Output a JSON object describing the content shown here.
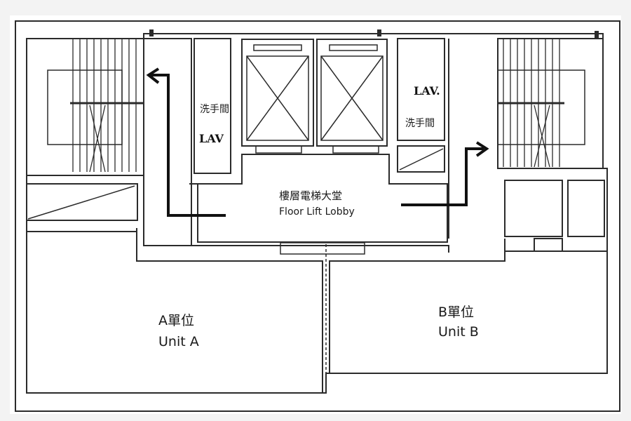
{
  "plan": {
    "lobby": {
      "zh": "樓層電梯大堂",
      "en": "Floor Lift Lobby"
    },
    "unit_a": {
      "zh": "A單位",
      "en": "Unit A"
    },
    "unit_b": {
      "zh": "B單位",
      "en": "Unit B"
    },
    "lav_left": {
      "zh": "洗手間",
      "en": "LAV"
    },
    "lav_right": {
      "zh": "洗手間",
      "en": "LAV."
    }
  },
  "colors": {
    "line": "#2b2b2b",
    "paper": "#ffffff",
    "background": "#f4f4f4"
  }
}
